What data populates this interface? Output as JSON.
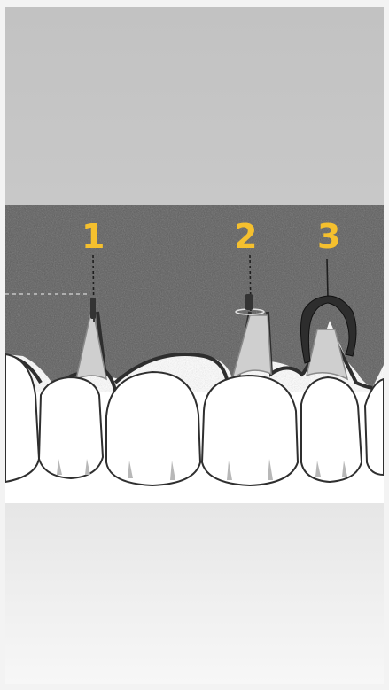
{
  "labels": {
    "one": "1",
    "two": "2",
    "three": "3"
  },
  "colors": {
    "label": "#f5c02e",
    "gum": "#5a5a5a",
    "tooth": "#ffffff",
    "papilla": "#cfcfcf"
  }
}
